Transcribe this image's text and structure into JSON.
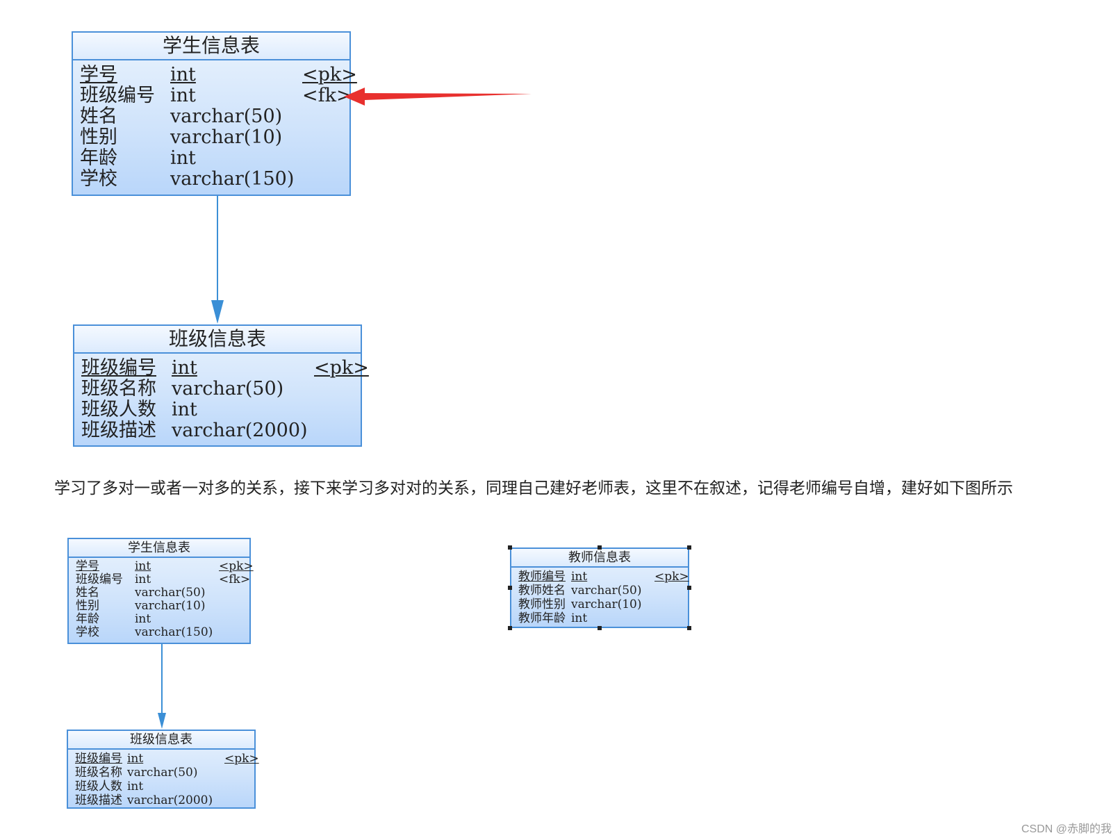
{
  "diagram_top": {
    "student_table": {
      "title": "学生信息表",
      "rows": [
        {
          "name": "学号",
          "type": "int",
          "key": "<pk>",
          "pk": true
        },
        {
          "name": "班级编号",
          "type": "int",
          "key": "<fk>",
          "pk": false
        },
        {
          "name": "姓名",
          "type": "varchar(50)",
          "key": "",
          "pk": false
        },
        {
          "name": "性别",
          "type": "varchar(10)",
          "key": "",
          "pk": false
        },
        {
          "name": "年龄",
          "type": "int",
          "key": "",
          "pk": false
        },
        {
          "name": "学校",
          "type": "varchar(150)",
          "key": "",
          "pk": false
        }
      ]
    },
    "class_table": {
      "title": "班级信息表",
      "rows": [
        {
          "name": "班级编号",
          "type": "int",
          "key": "<pk>",
          "pk": true
        },
        {
          "name": "班级名称",
          "type": "varchar(50)",
          "key": "",
          "pk": false
        },
        {
          "name": "班级人数",
          "type": "int",
          "key": "",
          "pk": false
        },
        {
          "name": "班级描述",
          "type": "varchar(2000)",
          "key": "",
          "pk": false
        }
      ]
    },
    "annotation_arrow_color": "#e8302e"
  },
  "caption": "学习了多对一或者一对多的关系，接下来学习多对对的关系，同理自己建好老师表，这里不在叙述，记得老师编号自增，建好如下图所示",
  "diagram_bottom": {
    "student_table": {
      "title": "学生信息表",
      "rows": [
        {
          "name": "学号",
          "type": "int",
          "key": "<pk>",
          "pk": true
        },
        {
          "name": "班级编号",
          "type": "int",
          "key": "<fk>",
          "pk": false
        },
        {
          "name": "姓名",
          "type": "varchar(50)",
          "key": "",
          "pk": false
        },
        {
          "name": "性别",
          "type": "varchar(10)",
          "key": "",
          "pk": false
        },
        {
          "name": "年龄",
          "type": "int",
          "key": "",
          "pk": false
        },
        {
          "name": "学校",
          "type": "varchar(150)",
          "key": "",
          "pk": false
        }
      ]
    },
    "class_table": {
      "title": "班级信息表",
      "rows": [
        {
          "name": "班级编号",
          "type": "int",
          "key": "<pk>",
          "pk": true
        },
        {
          "name": "班级名称",
          "type": "varchar(50)",
          "key": "",
          "pk": false
        },
        {
          "name": "班级人数",
          "type": "int",
          "key": "",
          "pk": false
        },
        {
          "name": "班级描述",
          "type": "varchar(2000)",
          "key": "",
          "pk": false
        }
      ]
    },
    "teacher_table": {
      "title": "教师信息表",
      "rows": [
        {
          "name": "教师编号",
          "type": "int",
          "key": "<pk>",
          "pk": true
        },
        {
          "name": "教师姓名",
          "type": "varchar(50)",
          "key": "",
          "pk": false
        },
        {
          "name": "教师性别",
          "type": "varchar(10)",
          "key": "",
          "pk": false
        },
        {
          "name": "教师年龄",
          "type": "int",
          "key": "",
          "pk": false
        }
      ]
    }
  },
  "colors": {
    "border": "#4a90d9",
    "connector": "#3b8fd6",
    "arrow": "#e8302e"
  },
  "watermark": "CSDN @赤脚的我"
}
